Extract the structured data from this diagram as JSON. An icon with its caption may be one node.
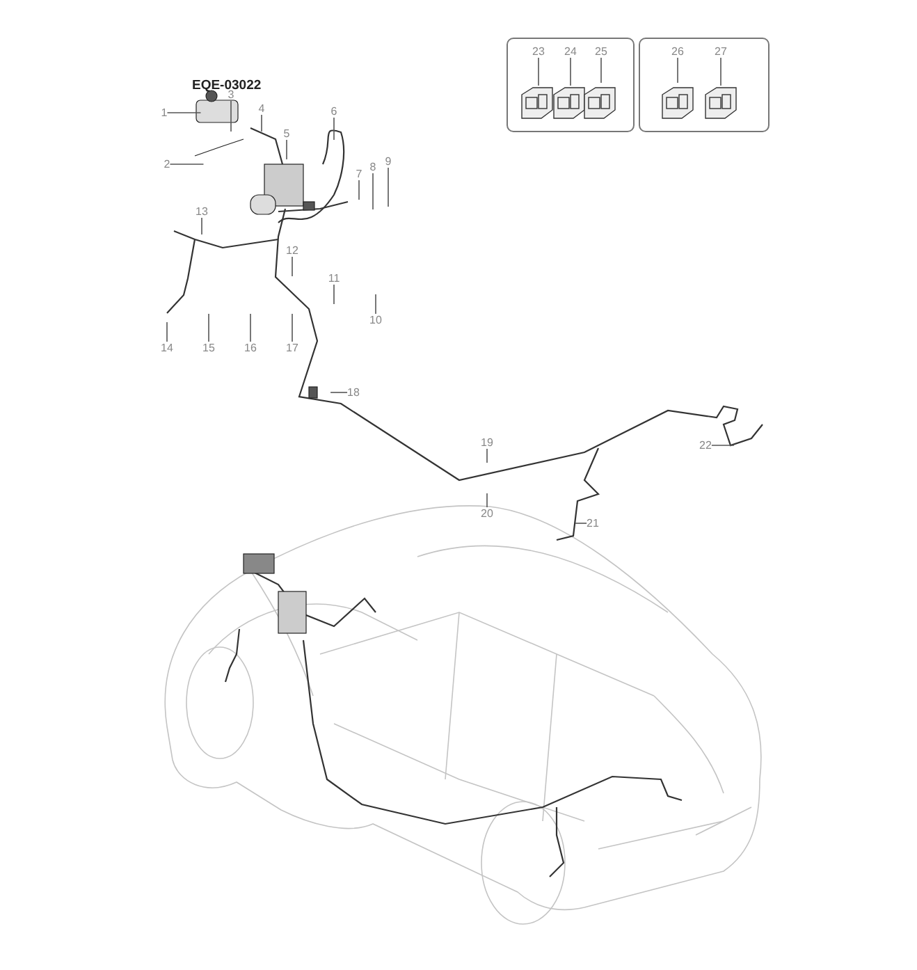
{
  "diagram": {
    "title": "EQE-03022",
    "nodes": [
      {
        "text": [],
        "shape": "box"
      },
      {
        "text": [
          "23"
        ],
        "in": 0
      },
      {
        "text": [
          "24"
        ],
        "in": 0
      },
      {
        "text": [
          "25"
        ],
        "in": 0
      },
      {
        "text": [],
        "shape": "box"
      },
      {
        "text": [
          "26"
        ],
        "in": 4
      },
      {
        "text": [
          "27"
        ],
        "in": 4
      },
      {
        "text": [
          "1"
        ]
      },
      {
        "text": [
          "2"
        ]
      },
      {
        "text": [
          "3"
        ]
      },
      {
        "text": [
          "4"
        ]
      },
      {
        "text": [
          "5"
        ]
      },
      {
        "text": [
          "6"
        ]
      },
      {
        "text": [
          "7"
        ]
      },
      {
        "text": [
          "8"
        ]
      },
      {
        "text": [
          "9"
        ]
      },
      {
        "text": [
          "10"
        ]
      },
      {
        "text": [
          "11"
        ]
      },
      {
        "text": [
          "12"
        ]
      },
      {
        "text": [
          "13"
        ]
      },
      {
        "text": [
          "14"
        ]
      },
      {
        "text": [
          "15"
        ]
      },
      {
        "text": [
          "16"
        ]
      },
      {
        "text": [
          "17"
        ]
      },
      {
        "text": [
          "18"
        ]
      },
      {
        "text": [
          "19"
        ]
      },
      {
        "text": [
          "20"
        ]
      },
      {
        "text": [
          "21"
        ]
      },
      {
        "text": [
          "22"
        ]
      }
    ],
    "edges": [
      {
        "from": 1,
        "to": null,
        "arrow": "none"
      },
      {
        "from": 2,
        "to": null,
        "arrow": "none"
      },
      {
        "from": 3,
        "to": null,
        "arrow": "none"
      },
      {
        "from": 5,
        "to": null,
        "arrow": "none"
      },
      {
        "from": 6,
        "to": null,
        "arrow": "none"
      },
      {
        "from": 7,
        "to": null,
        "arrow": "none"
      },
      {
        "from": 8,
        "to": null,
        "arrow": "none"
      },
      {
        "from": 9,
        "to": null,
        "arrow": "none"
      },
      {
        "from": 10,
        "to": null,
        "arrow": "none"
      },
      {
        "from": 11,
        "to": null,
        "arrow": "none"
      },
      {
        "from": 12,
        "to": null,
        "arrow": "none"
      },
      {
        "from": 13,
        "to": null,
        "arrow": "none"
      },
      {
        "from": 14,
        "to": null,
        "arrow": "none"
      },
      {
        "from": 15,
        "to": null,
        "arrow": "none"
      },
      {
        "from": 16,
        "to": null,
        "arrow": "none"
      },
      {
        "from": 17,
        "to": null,
        "arrow": "none"
      },
      {
        "from": 18,
        "to": null,
        "arrow": "none"
      },
      {
        "from": 19,
        "to": null,
        "arrow": "none"
      },
      {
        "from": 20,
        "to": null,
        "arrow": "none"
      },
      {
        "from": 21,
        "to": null,
        "arrow": "none"
      },
      {
        "from": 22,
        "to": null,
        "arrow": "none"
      },
      {
        "from": 23,
        "to": null,
        "arrow": "none"
      },
      {
        "from": 24,
        "to": null,
        "arrow": "none"
      },
      {
        "from": 25,
        "to": null,
        "arrow": "none"
      },
      {
        "from": 26,
        "to": null,
        "arrow": "none"
      },
      {
        "from": 27,
        "to": null,
        "arrow": "none"
      },
      {
        "from": 28,
        "to": null,
        "arrow": "none"
      }
    ]
  }
}
